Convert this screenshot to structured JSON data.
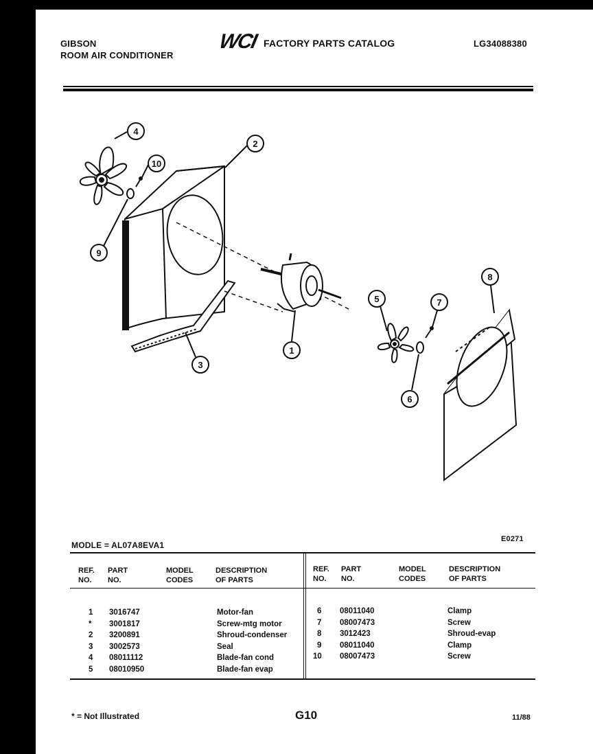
{
  "header": {
    "brand": "GIBSON",
    "product": "ROOM AIR CONDITIONER",
    "logo_text": "WCI",
    "catalog_title": "FACTORY PARTS CATALOG",
    "catalog_number": "LG34088380"
  },
  "diagram": {
    "callouts": [
      "4",
      "10",
      "2",
      "9",
      "1",
      "3",
      "8",
      "5",
      "7",
      "6"
    ]
  },
  "model_line": "MODLE = AL07A8EVA1",
  "diagram_code": "E0271",
  "table": {
    "left_headers": {
      "ref": [
        "REF.",
        "NO."
      ],
      "part": [
        "PART",
        "NO."
      ],
      "model": [
        "MODEL",
        "CODES"
      ],
      "desc": [
        "DESCRIPTION",
        "OF PARTS"
      ]
    },
    "right_headers": {
      "ref": [
        "REF.",
        "NO."
      ],
      "part": [
        "PART",
        "NO."
      ],
      "model": [
        "MODEL",
        "CODES"
      ],
      "desc": [
        "DESCRIPTION",
        "OF PARTS"
      ]
    },
    "left_rows": [
      {
        "ref": "1",
        "part": "3016747",
        "desc": "Motor-fan"
      },
      {
        "ref": "*",
        "part": "3001817",
        "desc": "Screw-mtg motor"
      },
      {
        "ref": "2",
        "part": "3200891",
        "desc": "Shroud-condenser"
      },
      {
        "ref": "3",
        "part": "3002573",
        "desc": "Seal"
      },
      {
        "ref": "4",
        "part": "08011112",
        "desc": "Blade-fan cond"
      },
      {
        "ref": "5",
        "part": "08010950",
        "desc": "Blade-fan evap"
      }
    ],
    "right_rows": [
      {
        "ref": "6",
        "part": "08011040",
        "desc": "Clamp"
      },
      {
        "ref": "7",
        "part": "08007473",
        "desc": "Screw"
      },
      {
        "ref": "8",
        "part": "3012423",
        "desc": "Shroud-evap"
      },
      {
        "ref": "9",
        "part": "08011040",
        "desc": "Clamp"
      },
      {
        "ref": "10",
        "part": "08007473",
        "desc": "Screw"
      }
    ]
  },
  "footer": {
    "note": "* = Not Illustrated",
    "page": "G10",
    "date": "11/88"
  }
}
